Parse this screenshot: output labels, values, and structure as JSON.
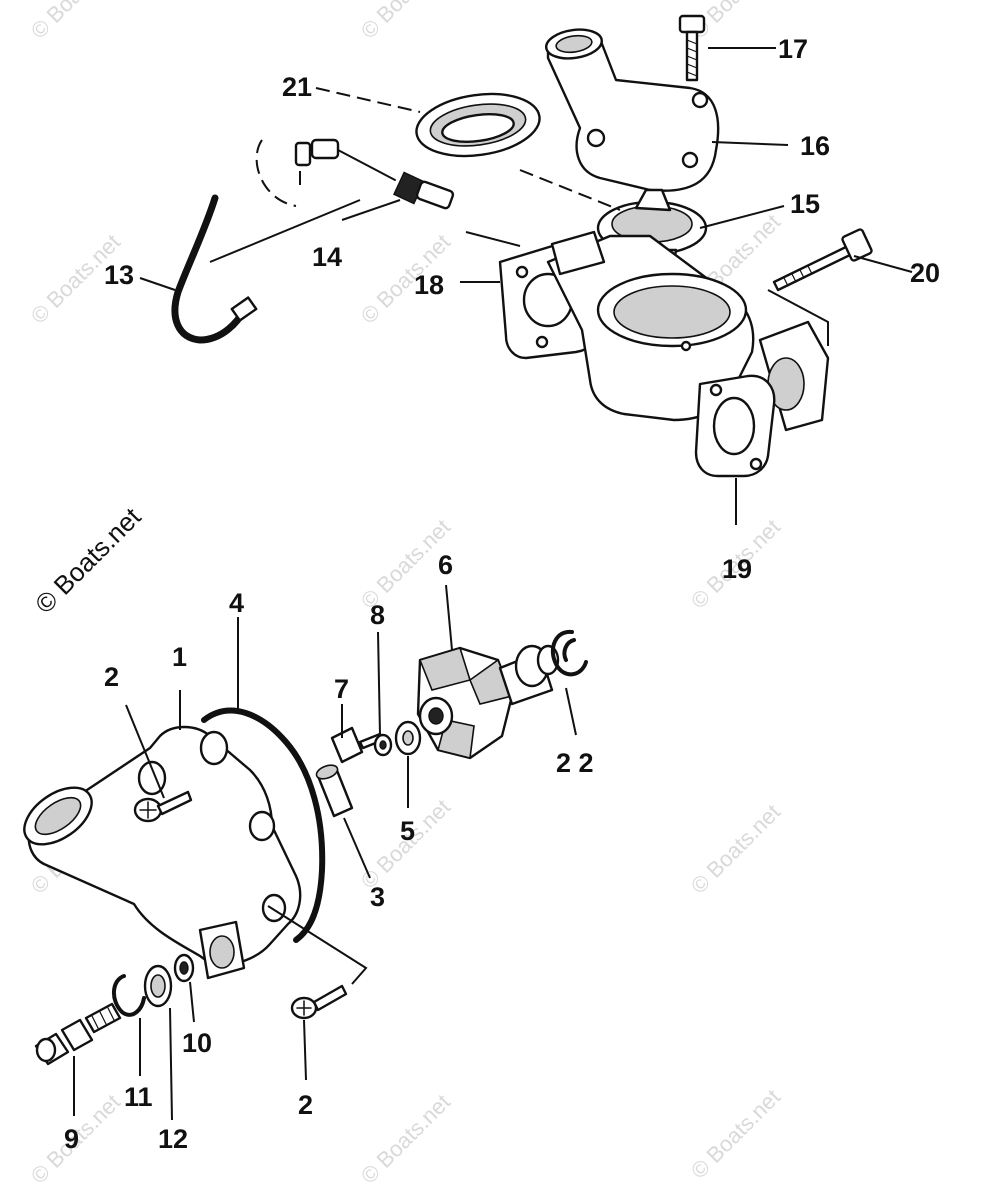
{
  "watermark": "© Boats.net",
  "part_labels": {
    "p1": "1",
    "p2_upper": "2",
    "p2_lower": "2",
    "p3": "3",
    "p4": "4",
    "p5": "5",
    "p6": "6",
    "p7": "7",
    "p8": "8",
    "p9": "9",
    "p10": "10",
    "p11": "11",
    "p12": "12",
    "p13": "13",
    "p14": "14",
    "p15": "15",
    "p16": "16",
    "p17": "17",
    "p18": "18",
    "p19": "19",
    "p20": "20",
    "p21": "21",
    "p22": "2 2"
  }
}
